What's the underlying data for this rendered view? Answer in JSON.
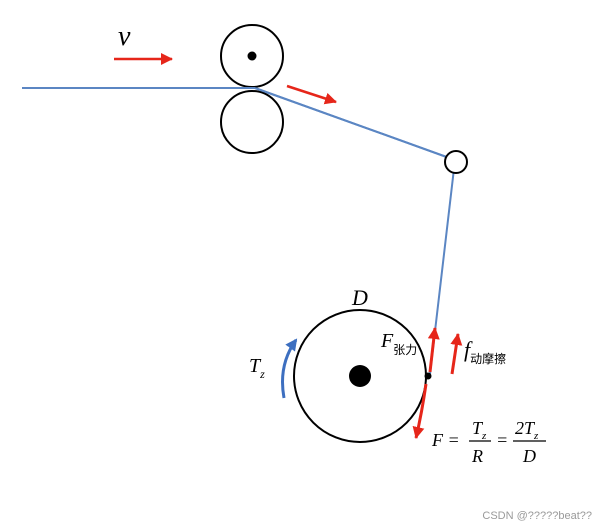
{
  "colors": {
    "line": "#5b86c3",
    "arrow": "#e6261a",
    "torque_arrow": "#3d6fc0",
    "ink": "#000000",
    "watermark": "#9a9a9a"
  },
  "labels": {
    "velocity": "v",
    "diameter": "D",
    "tension_symbol": "F",
    "tension_sub": "张力",
    "friction_symbol": "f",
    "friction_sub": "动摩擦",
    "torque_symbol": "T",
    "torque_sub": "z",
    "formula": {
      "lhs": "F =",
      "frac1_num": "T",
      "frac1_num_sub": "z",
      "frac1_den": "R",
      "eq2": "=",
      "frac2_num": "2T",
      "frac2_num_sub": "z",
      "frac2_den": "D"
    }
  },
  "watermark": "CSDN @?????beat??"
}
